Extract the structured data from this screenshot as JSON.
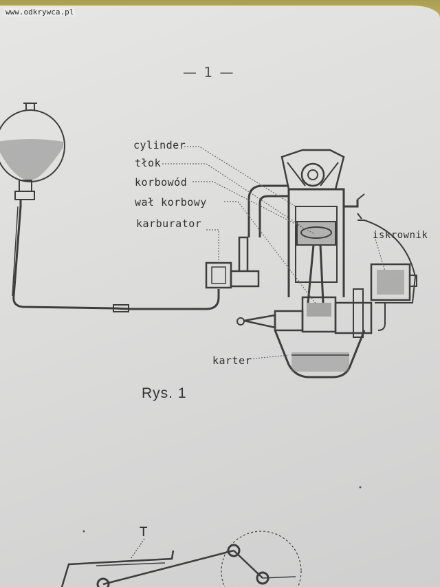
{
  "watermark": "www.odkrywca.pl",
  "page_number": "— 1 —",
  "figure_caption": "Rys. 1",
  "labels": {
    "cylinder": "cylinder",
    "piston": "tłok",
    "connecting_rod": "korbowód",
    "crankshaft": "wał korbowy",
    "carburetor": "karburator",
    "magneto": "iskrownik",
    "crankcase": "karter"
  },
  "second_figure_label": "T"
}
